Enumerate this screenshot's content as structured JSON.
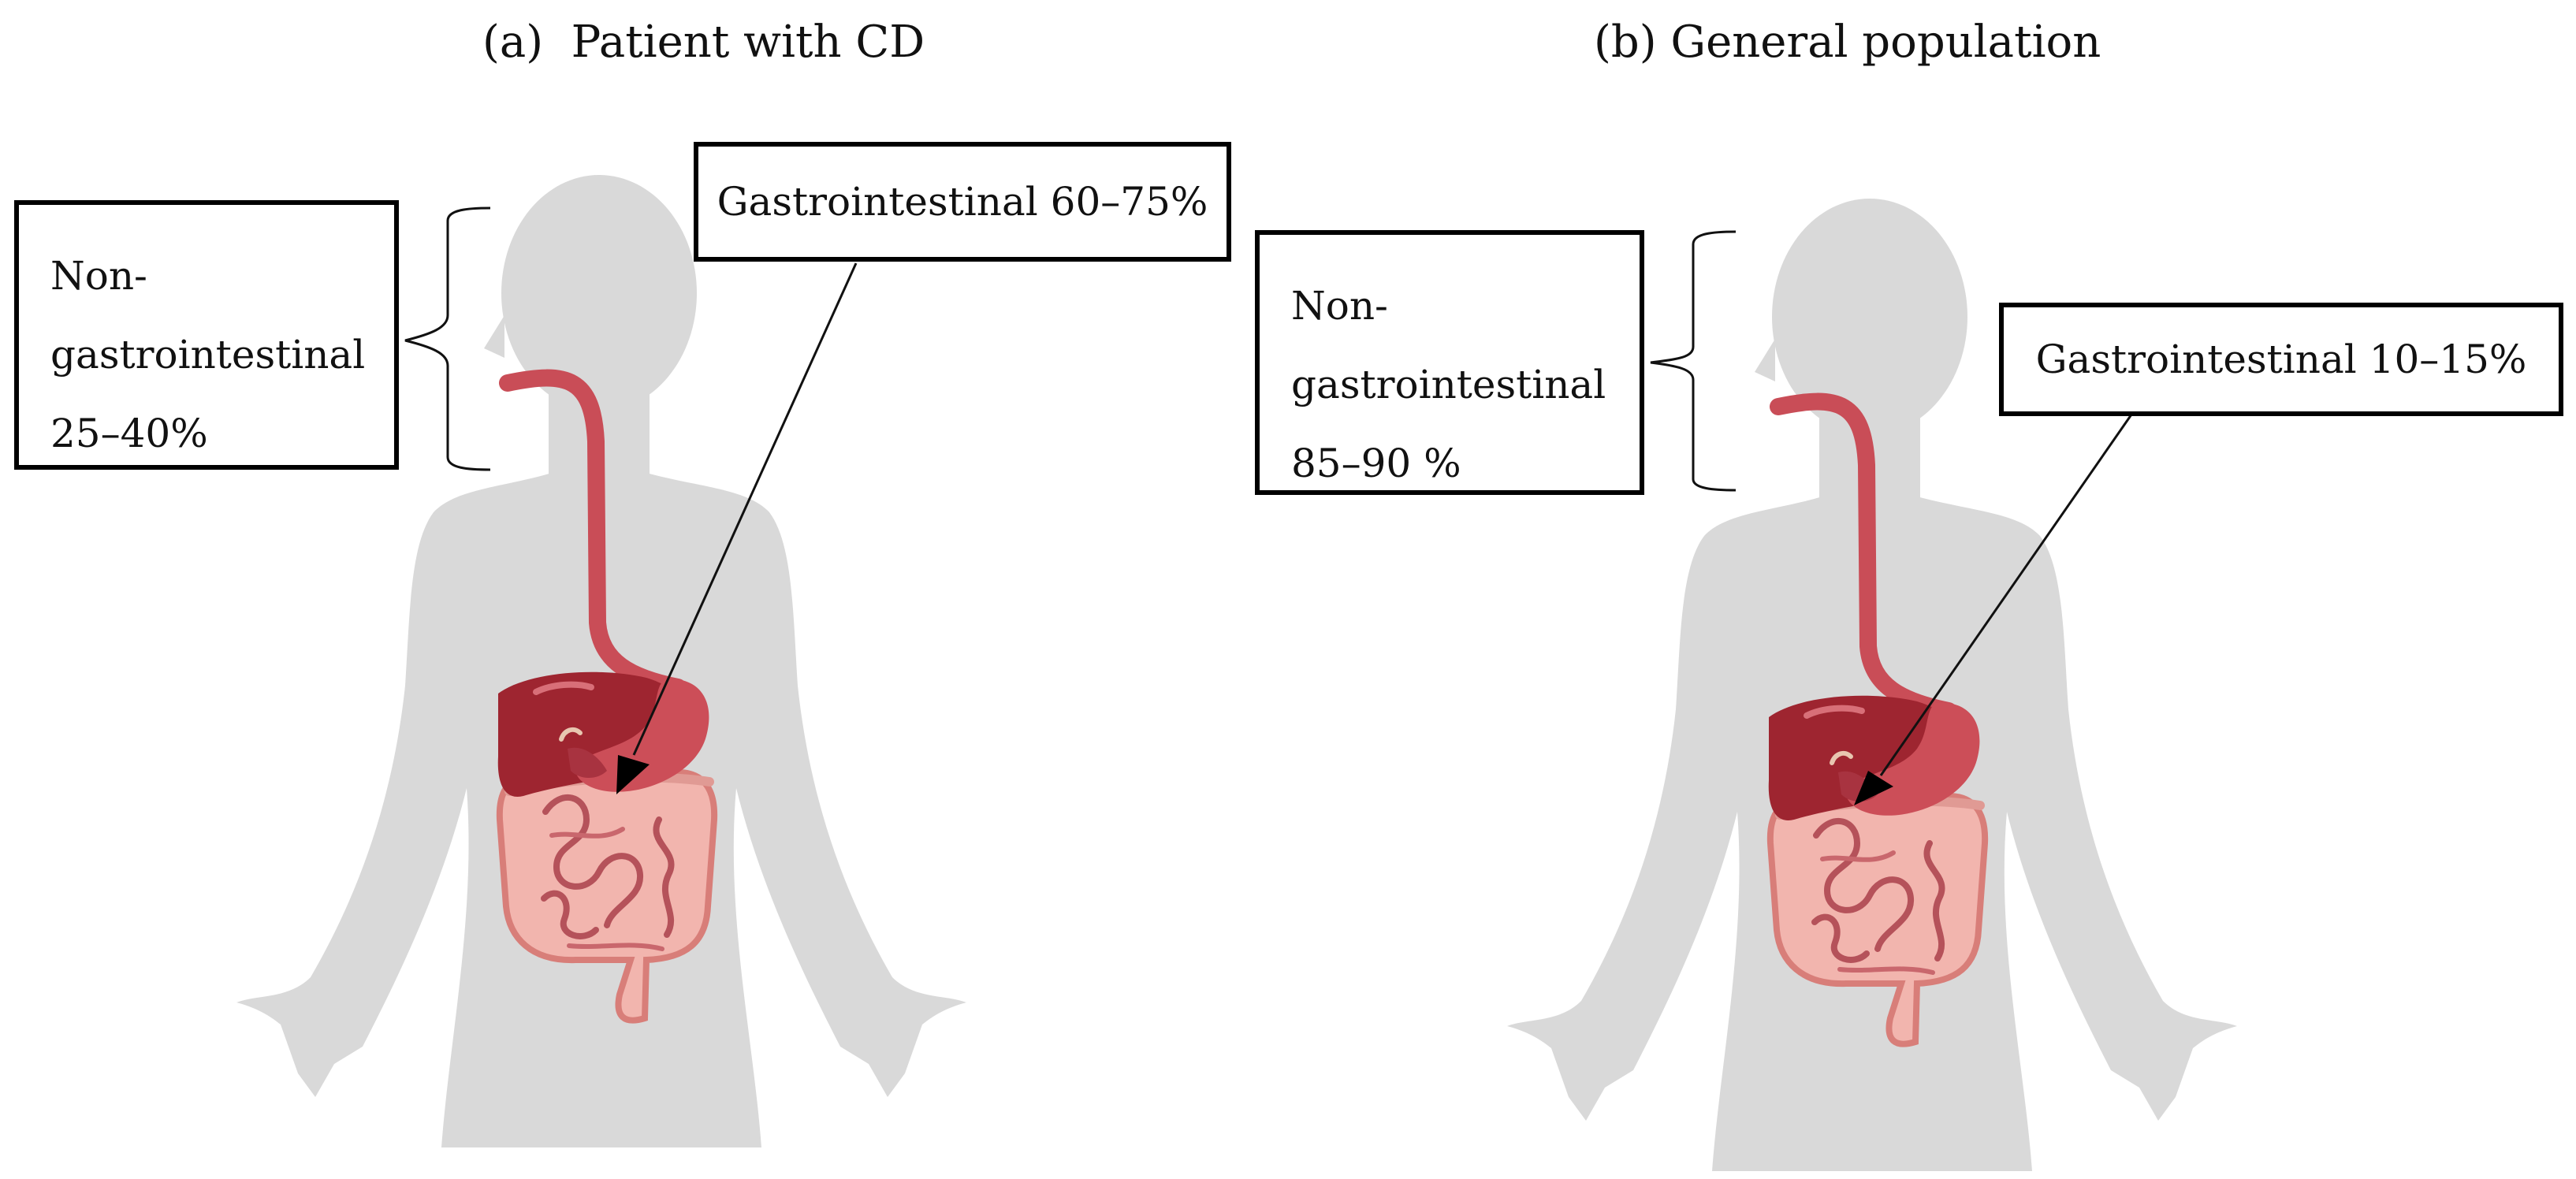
{
  "panels": [
    {
      "title": "(a)  Patient with CD",
      "non_gi_label": {
        "line1": "Non-",
        "line2": "gastrointestinal",
        "line3": "25–40%"
      },
      "gi_label": "Gastrointestinal 60–75%"
    },
    {
      "title": "(b) General population",
      "non_gi_label": {
        "line1": "Non-",
        "line2": "gastrointestinal",
        "line3": "85–90 %"
      },
      "gi_label": "Gastrointestinal 10–15%"
    }
  ],
  "colors": {
    "silhouette": "#d9d9d9",
    "esophagus": "#c94d57",
    "liver": "#9e2530",
    "stomach": "#cc4e58",
    "intestine": "#f2b5ae",
    "intestine_outline": "#d87e79",
    "intestine_detail": "#b5525a",
    "frame": "#000000"
  },
  "icons": {
    "body": "human-silhouette-icon",
    "organs": "digestive-system-icon",
    "brace": "curly-brace-icon",
    "pointer": "arrow-icon"
  }
}
